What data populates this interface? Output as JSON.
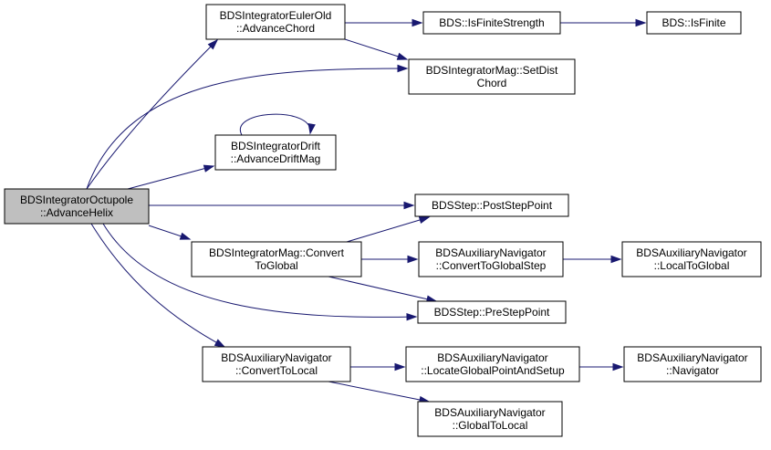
{
  "colors": {
    "root_fill": "#bfbfbf",
    "node_fill": "#ffffff",
    "node_border": "#000000",
    "edge": "#191970"
  },
  "nodes": [
    {
      "id": "root",
      "lines": [
        "BDSIntegratorOctupole",
        "::AdvanceHelix"
      ],
      "root": true
    },
    {
      "id": "euler_advance_chord",
      "lines": [
        "BDSIntegratorEulerOld",
        "::AdvanceChord"
      ]
    },
    {
      "id": "is_finite_strength",
      "lines": [
        "BDS::IsFiniteStrength"
      ]
    },
    {
      "id": "is_finite",
      "lines": [
        "BDS::IsFinite"
      ]
    },
    {
      "id": "set_dist_chord",
      "lines": [
        "BDSIntegratorMag::SetDist",
        "Chord"
      ]
    },
    {
      "id": "advance_drift_mag",
      "lines": [
        "BDSIntegratorDrift",
        "::AdvanceDriftMag"
      ]
    },
    {
      "id": "post_step_point",
      "lines": [
        "BDSStep::PostStepPoint"
      ]
    },
    {
      "id": "convert_to_global",
      "lines": [
        "BDSIntegratorMag::Convert",
        "ToGlobal"
      ]
    },
    {
      "id": "convert_to_global_step",
      "lines": [
        "BDSAuxiliaryNavigator",
        "::ConvertToGlobalStep"
      ]
    },
    {
      "id": "local_to_global",
      "lines": [
        "BDSAuxiliaryNavigator",
        "::LocalToGlobal"
      ]
    },
    {
      "id": "pre_step_point",
      "lines": [
        "BDSStep::PreStepPoint"
      ]
    },
    {
      "id": "convert_to_local",
      "lines": [
        "BDSAuxiliaryNavigator",
        "::ConvertToLocal"
      ]
    },
    {
      "id": "locate_global_point",
      "lines": [
        "BDSAuxiliaryNavigator",
        "::LocateGlobalPointAndSetup"
      ]
    },
    {
      "id": "navigator",
      "lines": [
        "BDSAuxiliaryNavigator",
        "::Navigator"
      ]
    },
    {
      "id": "global_to_local",
      "lines": [
        "BDSAuxiliaryNavigator",
        "::GlobalToLocal"
      ]
    }
  ],
  "edges": [
    {
      "from": "root",
      "to": "euler_advance_chord"
    },
    {
      "from": "root",
      "to": "set_dist_chord"
    },
    {
      "from": "root",
      "to": "advance_drift_mag"
    },
    {
      "from": "root",
      "to": "post_step_point"
    },
    {
      "from": "root",
      "to": "convert_to_global"
    },
    {
      "from": "root",
      "to": "pre_step_point"
    },
    {
      "from": "root",
      "to": "convert_to_local"
    },
    {
      "from": "euler_advance_chord",
      "to": "is_finite_strength"
    },
    {
      "from": "euler_advance_chord",
      "to": "set_dist_chord"
    },
    {
      "from": "is_finite_strength",
      "to": "is_finite"
    },
    {
      "from": "advance_drift_mag",
      "to": "advance_drift_mag"
    },
    {
      "from": "convert_to_global",
      "to": "post_step_point"
    },
    {
      "from": "convert_to_global",
      "to": "convert_to_global_step"
    },
    {
      "from": "convert_to_global",
      "to": "pre_step_point"
    },
    {
      "from": "convert_to_global_step",
      "to": "local_to_global"
    },
    {
      "from": "convert_to_local",
      "to": "locate_global_point"
    },
    {
      "from": "convert_to_local",
      "to": "global_to_local"
    },
    {
      "from": "locate_global_point",
      "to": "navigator"
    }
  ]
}
